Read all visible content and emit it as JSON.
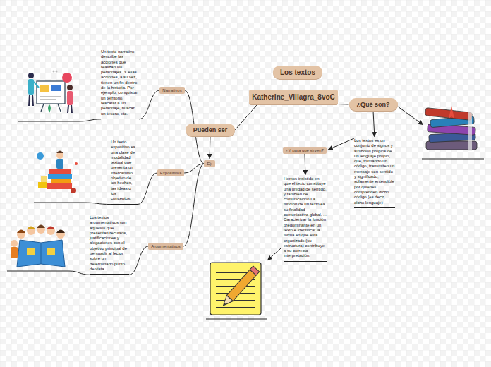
{
  "diagram": {
    "nodes": [
      {
        "text": [
          "Los textos"
        ]
      },
      {
        "text": [
          "Katherine_Villagra_8voC"
        ]
      },
      {
        "text": [
          "¿Qué son?"
        ]
      },
      {
        "text": [
          "Los textos es un conjunto de signos y símbolos propios de un lenguaje propio, que, formando un código, transmiten un mensaje son sentido y significado, solamente entendible por quienes comprenden dicho código (es decir, dicho lenguaje)"
        ]
      },
      {
        "text": [
          "¿Y para que sirven?"
        ]
      },
      {
        "text": [
          "Hemos insistido en que el texto constituye una unidad de sentido, y también de comunicación.La función de un texto es su finalidad comunicativa global. ... Caracterizar la función predominante en un texto e identificar la forma en que está organizado (su estructura) contribuye a su correcta interpretación."
        ]
      },
      {
        "text": [
          "Pueden ser"
        ]
      },
      {
        "text": [
          "Ej:"
        ]
      },
      {
        "text": [
          "Narrativos"
        ]
      },
      {
        "text": [
          "Un texto narrativo describe las acciones que realizan los personajes. Y esas acciones, a su vez, tienen un fin dentro de la historia. Por ejemplo, conquistar un territorio, rescatar a un personaje, buscar un tesoro, etc."
        ]
      },
      {
        "text": [
          "Expositivos"
        ]
      },
      {
        "text": [
          "Un texto expositivo es una clase de modalidad textual que presenta un intercambio objetivo de los hechos, las ideas o los conceptos."
        ]
      },
      {
        "text": [
          "Argumentativos"
        ]
      },
      {
        "text": [
          "Los textos argumentativos son aquellos que presentan recursos, justificaciones y alegaciones con el objetivo principal de persuadir al lector sobre un determinado punto de vista"
        ]
      }
    ],
    "edges": [
      {
        "from": 1,
        "to": 2,
        "arrow": "none"
      },
      {
        "from": 2,
        "to": 3,
        "arrow": "to"
      },
      {
        "from": 3,
        "to": 4,
        "arrow": "to"
      },
      {
        "from": 4,
        "to": 5,
        "arrow": "to"
      },
      {
        "from": 1,
        "to": 6,
        "arrow": "none"
      },
      {
        "from": 6,
        "to": 7,
        "arrow": "to"
      },
      {
        "from": 7,
        "to": 8,
        "arrow": "none"
      },
      {
        "from": 7,
        "to": 10,
        "arrow": "none"
      },
      {
        "from": 7,
        "to": 12,
        "arrow": "none"
      },
      {
        "from": 8,
        "to": 9,
        "arrow": "none"
      },
      {
        "from": 10,
        "to": 11,
        "arrow": "none"
      },
      {
        "from": 12,
        "to": 13,
        "arrow": "none"
      }
    ]
  }
}
